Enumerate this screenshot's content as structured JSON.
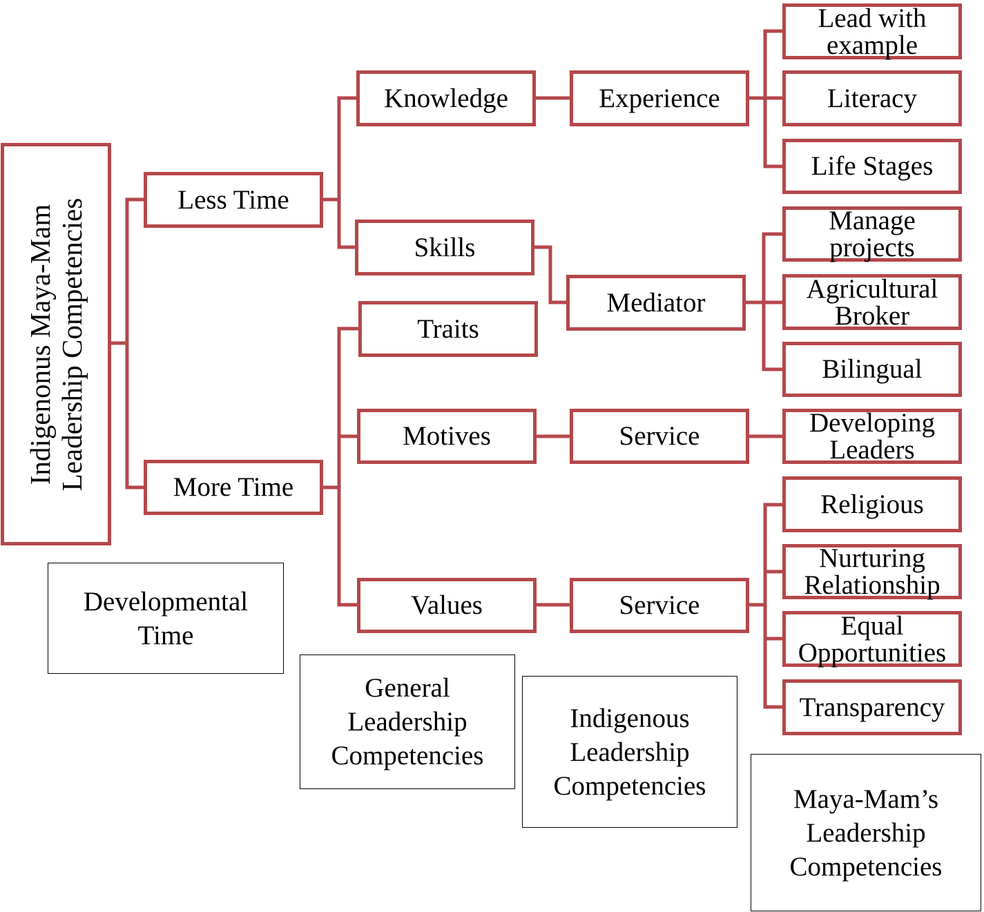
{
  "colors": {
    "node_border": "#b5474a",
    "connector": "#b5474a",
    "legend_border": "#000000"
  },
  "root": {
    "label": "Indigenonus Maya-Mam\nLeadership Competencies"
  },
  "time": {
    "less": "Less Time",
    "more": "More Time"
  },
  "general": {
    "knowledge": "Knowledge",
    "skills": "Skills",
    "traits": "Traits",
    "motives": "Motives",
    "values": "Values"
  },
  "indigenous": {
    "experience": "Experience",
    "mediator": "Mediator",
    "service_motives": "Service",
    "service_values": "Service"
  },
  "maya_mam": {
    "lead_with_example": "Lead with\nexample",
    "literacy": "Literacy",
    "life_stages": "Life Stages",
    "manage_projects": "Manage\nprojects",
    "agricultural_broker": "Agricultural\nBroker",
    "bilingual": "Bilingual",
    "developing_leaders": "Developing\nLeaders",
    "religious": "Religious",
    "nurturing_relationship": "Nurturing\nRelationship",
    "equal_opportunities": "Equal\nOpportunities",
    "transparency": "Transparency"
  },
  "legend": {
    "developmental_time": "Developmental\nTime",
    "general": "General\nLeadership\nCompetencies",
    "indigenous": "Indigenous\nLeadership\nCompetencies",
    "maya_mam": "Maya-Mam’s\nLeadership\nCompetencies"
  }
}
